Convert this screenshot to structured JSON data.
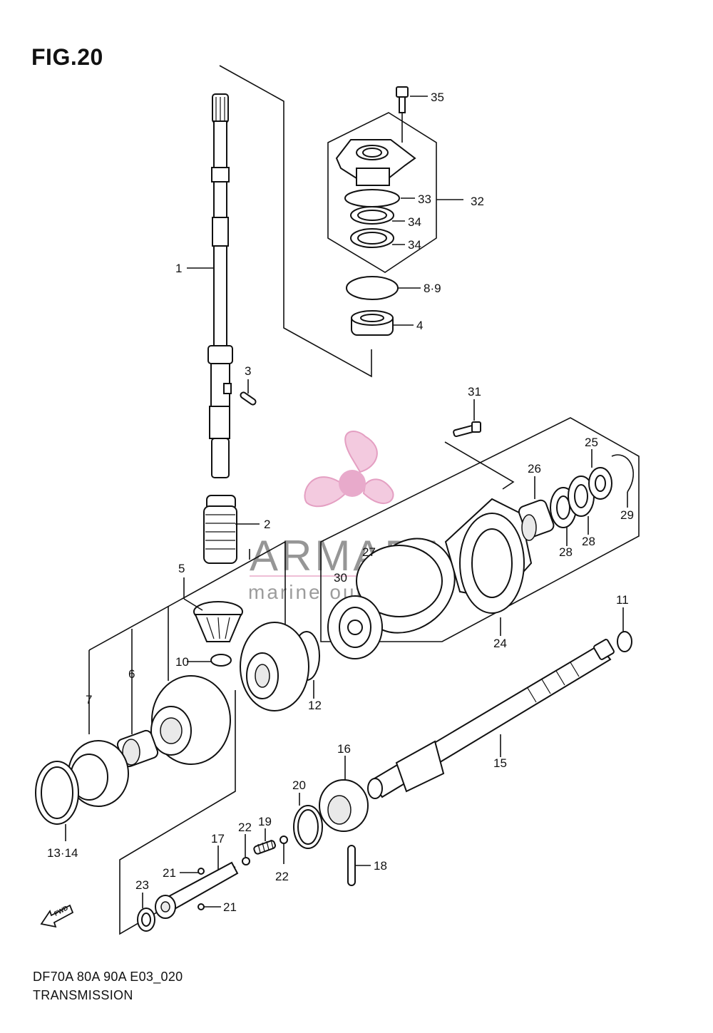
{
  "figure": {
    "title": "FIG.20",
    "model": "DF70A 80A 90A E03_020",
    "caption": "TRANSMISSION"
  },
  "watermark": {
    "brand": "ARMADA",
    "tagline": "marine outboards",
    "logo_color": "#e8a3c6"
  },
  "fwd_label": "FWD",
  "callouts": [
    {
      "id": "c1",
      "text": "1"
    },
    {
      "id": "c2",
      "text": "2"
    },
    {
      "id": "c3",
      "text": "3"
    },
    {
      "id": "c4",
      "text": "4"
    },
    {
      "id": "c5",
      "text": "5"
    },
    {
      "id": "c6",
      "text": "6"
    },
    {
      "id": "c7",
      "text": "7"
    },
    {
      "id": "c89",
      "text": "8·9"
    },
    {
      "id": "c10",
      "text": "10"
    },
    {
      "id": "c11",
      "text": "11"
    },
    {
      "id": "c12",
      "text": "12"
    },
    {
      "id": "c1314",
      "text": "13·14"
    },
    {
      "id": "c15",
      "text": "15"
    },
    {
      "id": "c16",
      "text": "16"
    },
    {
      "id": "c17",
      "text": "17"
    },
    {
      "id": "c18",
      "text": "18"
    },
    {
      "id": "c19",
      "text": "19"
    },
    {
      "id": "c20",
      "text": "20"
    },
    {
      "id": "c21a",
      "text": "21"
    },
    {
      "id": "c21b",
      "text": "21"
    },
    {
      "id": "c22a",
      "text": "22"
    },
    {
      "id": "c22b",
      "text": "22"
    },
    {
      "id": "c23",
      "text": "23"
    },
    {
      "id": "c24",
      "text": "24"
    },
    {
      "id": "c25",
      "text": "25"
    },
    {
      "id": "c26",
      "text": "26"
    },
    {
      "id": "c27",
      "text": "27"
    },
    {
      "id": "c28a",
      "text": "28"
    },
    {
      "id": "c28b",
      "text": "28"
    },
    {
      "id": "c29",
      "text": "29"
    },
    {
      "id": "c30",
      "text": "30"
    },
    {
      "id": "c31",
      "text": "31"
    },
    {
      "id": "c32",
      "text": "32"
    },
    {
      "id": "c33",
      "text": "33"
    },
    {
      "id": "c34a",
      "text": "34"
    },
    {
      "id": "c34b",
      "text": "34"
    },
    {
      "id": "c35",
      "text": "35"
    }
  ]
}
